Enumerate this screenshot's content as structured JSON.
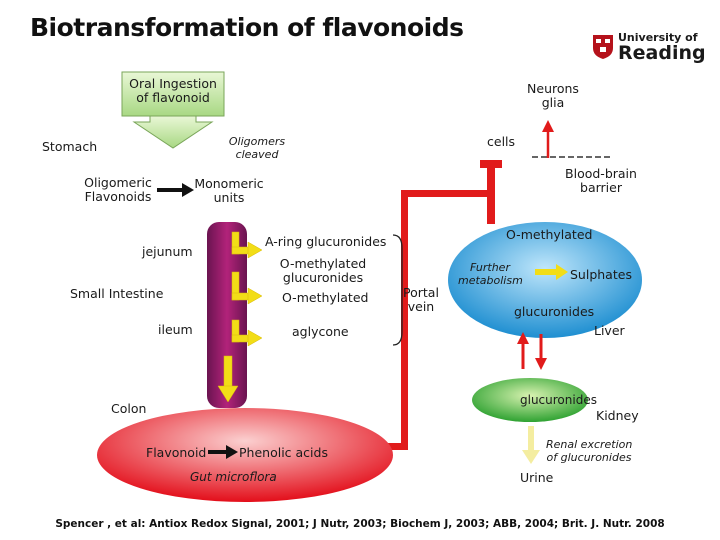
{
  "title": "Biotransformation of flavonoids",
  "logo": {
    "line1": "University of",
    "line2": "Reading"
  },
  "labels": {
    "oral_ingestion": "Oral Ingestion",
    "of_flavonoid": "of flavonoid",
    "neurons": "Neurons",
    "glia": "glia",
    "stomach": "Stomach",
    "oligomers": "Oligomers",
    "cleaved": "cleaved",
    "cells": "cells",
    "oligomeric": "Oligomeric",
    "flavonoids": "Flavonoids",
    "monomeric": "Monomeric",
    "units": "units",
    "blood_brain": "Blood-brain",
    "barrier": "barrier",
    "jejunum": "jejunum",
    "a_ring": "A-ring glucuronides",
    "o_methylated_glucuronides_1": "O-methylated",
    "o_methylated_glucuronides_2": "glucuronides",
    "o_methylated": "O-methylated",
    "o_methylated_liver": "O-methylated",
    "small_intestine": "Small Intestine",
    "portal": "Portal",
    "vein": "vein",
    "further": "Further",
    "metabolism": "metabolism",
    "sulphates": "Sulphates",
    "glucuronides_liver": "glucuronides",
    "liver": "Liver",
    "ileum": "ileum",
    "aglycone": "aglycone",
    "colon": "Colon",
    "glucuronides_kidney": "glucuronides",
    "kidney": "Kidney",
    "renal_1": "Renal excretion",
    "renal_2": "of glucuronides",
    "urine": "Urine",
    "flavonoid": "Flavonoid",
    "phenolic_acids": "Phenolic acids",
    "gut_microflora": "Gut microflora"
  },
  "reference": "Spencer , et al:   Antiox Redox Signal, 2001;   J Nutr,  2003;   Biochem J, 2003;   ABB, 2004;   Brit. J. Nutr. 2008",
  "colors": {
    "red": "#e11b1b",
    "purple": "#8a1a5a",
    "yellow": "#f2dd17",
    "green_box": "#c8e8a8",
    "liver_blue": "#1f95d6",
    "kidney_green": "#3fae3a",
    "colon_red": "#e8101b"
  }
}
